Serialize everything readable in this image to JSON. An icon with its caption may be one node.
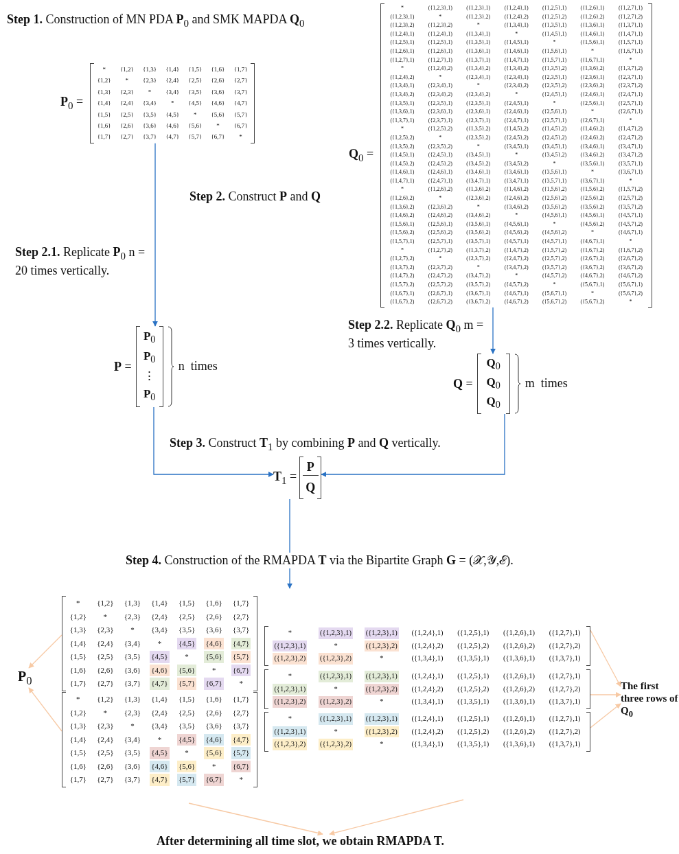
{
  "diagram": {
    "nodes": [
      {
        "text": [
          "*",
          "{1,2}",
          "{1,3}",
          "{1,4}",
          "{1,5}",
          "{1,6}",
          "{1,7}",
          "{1,2}",
          "*",
          "{2,3}",
          "{2,4}",
          "{2,5}",
          "{2,6}",
          "{2,7}",
          "{1,3}",
          "{2,3}",
          "*",
          "{3,4}",
          "{3,5}",
          "{3,6}",
          "{3,7}",
          "{1,4}",
          "{2,4}",
          "{3,4}",
          "*",
          "{4,5}",
          "{4,6}",
          "{4,7}",
          "{1,5}",
          "{2,5}",
          "{3,5}",
          "{4,5}",
          "*",
          "{5,6}",
          "{5,7}",
          "{1,6}",
          "{2,6}",
          "{3,6}",
          "{4,6}",
          "{5,6}",
          "*",
          "{6,7}",
          "{1,7}",
          "{2,7}",
          "{3,7}",
          "{4,7}",
          "{5,7}",
          "{6,7}",
          "*"
        ],
        "beside": [
          "**P**$_{0}$ ="
        ]
      },
      {
        "text": [
          "*",
          "({1,2,3},1)",
          "({1,2,3},1)",
          "({1,2,4},1)",
          "({1,2,5},1)",
          "({1,2,6},1)",
          "({1,2,7},1)",
          "({1,2,3},1)",
          "*",
          "({1,2,3},2)",
          "({1,2,4},2)",
          "({1,2,5},2)",
          "({1,2,6},2)",
          "({1,2,7},2)",
          "({1,2,3},2)",
          "({1,2,3},2)",
          "*",
          "({1,3,4},1)",
          "({1,3,5},1)",
          "({1,3,6},1)",
          "({1,3,7},1)",
          "({1,2,4},1)",
          "({1,2,4},1)",
          "({1,3,4},1)",
          "*",
          "({1,4,5},1)",
          "({1,4,6},1)",
          "({1,4,7},1)",
          "({1,2,5},1)",
          "({1,2,5},1)",
          "({1,3,5},1)",
          "({1,4,5},1)",
          "*",
          "({1,5,6},1)",
          "({1,5,7},1)",
          "({1,2,6},1)",
          "({1,2,6},1)",
          "({1,3,6},1)",
          "({1,4,6},1)",
          "({1,5,6},1)",
          "*",
          "({1,6,7},1)",
          "({1,2,7},1)",
          "({1,2,7},1)",
          "({1,3,7},1)",
          "({1,4,7},1)",
          "({1,5,7},1)",
          "({1,6,7},1)",
          "*",
          "*",
          "({1,2,4},2)",
          "({1,3,4},2)",
          "({1,3,4},2)",
          "({1,3,5},2)",
          "({1,3,6},2)",
          "({1,3,7},2)",
          "({1,2,4},2)",
          "*",
          "({2,3,4},1)",
          "({2,3,4},1)",
          "({2,3,5},1)",
          "({2,3,6},1)",
          "({2,3,7},1)",
          "({1,3,4},1)",
          "({2,3,4},1)",
          "*",
          "({2,3,4},2)",
          "({2,3,5},2)",
          "({2,3,6},2)",
          "({2,3,7},2)",
          "({1,3,4},2)",
          "({2,3,4},2)",
          "({2,3,4},2)",
          "*",
          "({2,4,5},1)",
          "({2,4,6},1)",
          "({2,4,7},1)",
          "({1,3,5},1)",
          "({2,3,5},1)",
          "({2,3,5},1)",
          "({2,4,5},1)",
          "*",
          "({2,5,6},1)",
          "({2,5,7},1)",
          "({1,3,6},1)",
          "({2,3,6},1)",
          "({2,3,6},1)",
          "({2,4,6},1)",
          "({2,5,6},1)",
          "*",
          "({2,6,7},1)",
          "({1,3,7},1)",
          "({2,3,7},1)",
          "({2,3,7},1)",
          "({2,4,7},1)",
          "({2,5,7},1)",
          "({2,6,7},1)",
          "*",
          "*",
          "({1,2,5},2)",
          "({1,3,5},2)",
          "({1,4,5},2)",
          "({1,4,5},2)",
          "({1,4,6},2)",
          "({1,4,7},2)",
          "({1,2,5},2)",
          "*",
          "({2,3,5},2)",
          "({2,4,5},2)",
          "({2,4,5},2)",
          "({2,4,6},2)",
          "({2,4,7},2)",
          "({1,3,5},2)",
          "({2,3,5},2)",
          "*",
          "({3,4,5},1)",
          "({3,4,5},1)",
          "({3,4,6},1)",
          "({3,4,7},1)",
          "({1,4,5},1)",
          "({2,4,5},1)",
          "({3,4,5},1)",
          "*",
          "({3,4,5},2)",
          "({3,4,6},2)",
          "({3,4,7},2)",
          "({1,4,5},2)",
          "({2,4,5},2)",
          "({3,4,5},2)",
          "({3,4,5},2)",
          "*",
          "({3,5,6},1)",
          "({3,5,7},1)",
          "({1,4,6},1)",
          "({2,4,6},1)",
          "({3,4,6},1)",
          "({3,4,6},1)",
          "({3,5,6},1)",
          "*",
          "({3,6,7},1)",
          "({1,4,7},1)",
          "({2,4,7},1)",
          "({3,4,7},1)",
          "({3,4,7},1)",
          "({3,5,7},1)",
          "({3,6,7},1)",
          "*",
          "*",
          "({1,2,6},2)",
          "({1,3,6},2)",
          "({1,4,6},2)",
          "({1,5,6},2)",
          "({1,5,6},2)",
          "({1,5,7},2)",
          "({1,2,6},2)",
          "*",
          "({2,3,6},2)",
          "({2,4,6},2)",
          "({2,5,6},2)",
          "({2,5,6},2)",
          "({2,5,7},2)",
          "({1,3,6},2)",
          "({2,3,6},2)",
          "*",
          "({3,4,6},2)",
          "({3,5,6},2)",
          "({3,5,6},2)",
          "({3,5,7},2)",
          "({1,4,6},2)",
          "({2,4,6},2)",
          "({3,4,6},2)",
          "*",
          "({4,5,6},1)",
          "({4,5,6},1)",
          "({4,5,7},1)",
          "({1,5,6},1)",
          "({2,5,6},1)",
          "({3,5,6},1)",
          "({4,5,6},1)",
          "*",
          "({4,5,6},2)",
          "({4,5,7},2)",
          "({1,5,6},2)",
          "({2,5,6},2)",
          "({3,5,6},2)",
          "({4,5,6},2)",
          "({4,5,6},2)",
          "*",
          "({4,6,7},1)",
          "({1,5,7},1)",
          "({2,5,7},1)",
          "({3,5,7},1)",
          "({4,5,7},1)",
          "({4,5,7},1)",
          "({4,6,7},1)",
          "*",
          "*",
          "({1,2,7},2)",
          "({1,3,7},2)",
          "({1,4,7},2)",
          "({1,5,7},2)",
          "({1,6,7},2)",
          "({1,6,7},2)",
          "({1,2,7},2)",
          "*",
          "({2,3,7},2)",
          "({2,4,7},2)",
          "({2,5,7},2)",
          "({2,6,7},2)",
          "({2,6,7},2)",
          "({1,3,7},2)",
          "({2,3,7},2)",
          "*",
          "({3,4,7},2)",
          "({3,5,7},2)",
          "({3,6,7},2)",
          "({3,6,7},2)",
          "({1,4,7},2)",
          "({2,4,7},2)",
          "({3,4,7},2)",
          "*",
          "({4,5,7},2)",
          "({4,6,7},2)",
          "({4,6,7},2)",
          "({1,5,7},2)",
          "({2,5,7},2)",
          "({3,5,7},2)",
          "({4,5,7},2)",
          "*",
          "({5,6,7},1)",
          "({5,6,7},1)",
          "({1,6,7},1)",
          "({2,6,7},1)",
          "({3,6,7},1)",
          "({4,6,7},1)",
          "({5,6,7},1)",
          "*",
          "({5,6,7},2)",
          "({1,6,7},2)",
          "({2,6,7},2)",
          "({3,6,7},2)",
          "({4,6,7},2)",
          "({5,6,7},2)",
          "({5,6,7},2)",
          "*"
        ],
        "beside": [
          "**Q**$_{0}$ ="
        ]
      },
      {
        "text": [
          "**P**$_{0}$",
          "**P**$_{0}$",
          "⋮",
          "**P**$_{0}$"
        ],
        "beside": [
          "**P** =",
          "n  times"
        ]
      },
      {
        "text": [
          "**Q**$_{0}$",
          "**Q**$_{0}$",
          "**Q**$_{0}$"
        ],
        "beside": [
          "**Q** =",
          "m  times"
        ]
      },
      {
        "text": [
          "P",
          "Q"
        ],
        "beside": [
          "**T**$_{1}$ ="
        ]
      },
      {
        "text": [
          "*",
          "{1,2}",
          "{1,3}",
          "{1,4}",
          "{1,5}",
          "{1,6}",
          "{1,7}",
          "{1,2}",
          "*",
          "{2,3}",
          "{2,4}",
          "{2,5}",
          "{2,6}",
          "{2,7}",
          "{1,3}",
          "{2,3}",
          "*",
          "{3,4}",
          "{3,5}",
          "{3,6}",
          "{3,7}",
          "{1,4}",
          "{2,4}",
          "{3,4}",
          "*",
          "{4,5}",
          "{4,6}",
          "{4,7}",
          "{1,5}",
          "{2,5}",
          "{3,5}",
          "{4,5}",
          "*",
          "{5,6}",
          "{5,7}",
          "{1,6}",
          "{2,6}",
          "{3,6}",
          "{4,6}",
          "{5,6}",
          "*",
          "{6,7}",
          "{1,7}",
          "{2,7}",
          "{3,7}",
          "{4,7}",
          "{5,7}",
          "{6,7}",
          "*"
        ]
      },
      {
        "text": [
          "*",
          "{1,2}",
          "{1,3}",
          "{1,4}",
          "{1,5}",
          "{1,6}",
          "{1,7}",
          "{1,2}",
          "*",
          "{2,3}",
          "{2,4}",
          "{2,5}",
          "{2,6}",
          "{2,7}",
          "{1,3}",
          "{2,3}",
          "*",
          "{3,4}",
          "{3,5}",
          "{3,6}",
          "{3,7}",
          "{1,4}",
          "{2,4}",
          "{3,4}",
          "*",
          "{4,5}",
          "{4,6}",
          "{4,7}",
          "{1,5}",
          "{2,5}",
          "{3,5}",
          "{4,5}",
          "*",
          "{5,6}",
          "{5,7}",
          "{1,6}",
          "{2,6}",
          "{3,6}",
          "{4,6}",
          "{5,6}",
          "*",
          "{6,7}",
          "{1,7}",
          "{2,7}",
          "{3,7}",
          "{4,7}",
          "{5,7}",
          "{6,7}",
          "*"
        ]
      },
      {
        "text": [
          "**P**$_{0}$"
        ]
      },
      {
        "text": [
          "*",
          "({1,2,3},1)",
          "({1,2,3},1)",
          "({1,2,4},1)",
          "({1,2,5},1)",
          "({1,2,6},1)",
          "({1,2,7},1)",
          "({1,2,3},1)",
          "*",
          "({1,2,3},2)",
          "({1,2,4},2)",
          "({1,2,5},2)",
          "({1,2,6},2)",
          "({1,2,7},2)",
          "({1,2,3},2)",
          "({1,2,3},2)",
          "*",
          "({1,3,4},1)",
          "({1,3,5},1)",
          "({1,3,6},1)",
          "({1,3,7},1)"
        ]
      },
      {
        "text": [
          "*",
          "({1,2,3},1)",
          "({1,2,3},1)",
          "({1,2,4},1)",
          "({1,2,5},1)",
          "({1,2,6},1)",
          "({1,2,7},1)",
          "({1,2,3},1)",
          "*",
          "({1,2,3},2)",
          "({1,2,4},2)",
          "({1,2,5},2)",
          "({1,2,6},2)",
          "({1,2,7},2)",
          "({1,2,3},2)",
          "({1,2,3},2)",
          "*",
          "({1,3,4},1)",
          "({1,3,5},1)",
          "({1,3,6},1)",
          "({1,3,7},1)"
        ]
      },
      {
        "text": [
          "*",
          "({1,2,3},1)",
          "({1,2,3},1)",
          "({1,2,4},1)",
          "({1,2,5},1)",
          "({1,2,6},1)",
          "({1,2,7},1)",
          "({1,2,3},1)",
          "*",
          "({1,2,3},2)",
          "({1,2,4},2)",
          "({1,2,5},2)",
          "({1,2,6},2)",
          "({1,2,7},2)",
          "({1,2,3},2)",
          "({1,2,3},2)",
          "*",
          "({1,3,4},1)",
          "({1,3,5},1)",
          "({1,3,6},1)",
          "({1,3,7},1)"
        ]
      },
      {
        "text": [
          "The first three rows of Q$_{0}$"
        ]
      },
      {
        "text": [
          "After determining all time slot, we obtain RMAPDA T."
        ]
      }
    ],
    "edges": [
      {
        "from": 0,
        "to": 2,
        "arrow": "to",
        "color": "#2a72c4"
      },
      {
        "from": 1,
        "to": 3,
        "arrow": "to",
        "color": "#2a72c4"
      },
      {
        "from": 2,
        "to": 4,
        "arrow": "to",
        "color": "#2a72c4"
      },
      {
        "from": 3,
        "to": 4,
        "arrow": "to",
        "color": "#2a72c4"
      },
      {
        "from": 4,
        "to": null,
        "arrow": "to",
        "color": "#2a72c4"
      },
      {
        "from": 5,
        "to": 7,
        "arrow": "to"
      },
      {
        "from": 6,
        "to": 7,
        "arrow": "to"
      },
      {
        "from": 8,
        "to": 11,
        "arrow": "to"
      },
      {
        "from": 9,
        "to": 11,
        "arrow": "to"
      },
      {
        "from": 10,
        "to": 11,
        "arrow": "to"
      },
      {
        "from": null,
        "to": 12,
        "arrow": "to"
      },
      {
        "from": null,
        "to": 12,
        "arrow": "to"
      }
    ],
    "labels": [
      "**Step 1.**  Construction of MN PDA **P**$_{0}$ and SMK MAPDA **Q**$_{0}$",
      "**Step 2.**  Construct **P** and **Q**",
      "**Step 2.1.** Replicate **P**$_{0}$ n = 20 times vertically.",
      "**Step 2.2.** Replicate **Q**$_{0}$ m = 3 times vertically.",
      "**Step 3.** Construct **T**$_{1}$ by combining **P** and **Q** vertically.",
      "**Step 4.** Construction of the RMAPDA **T** via the Bipartite Graph **G** = (𝒳,𝒴,ℰ)."
    ]
  }
}
